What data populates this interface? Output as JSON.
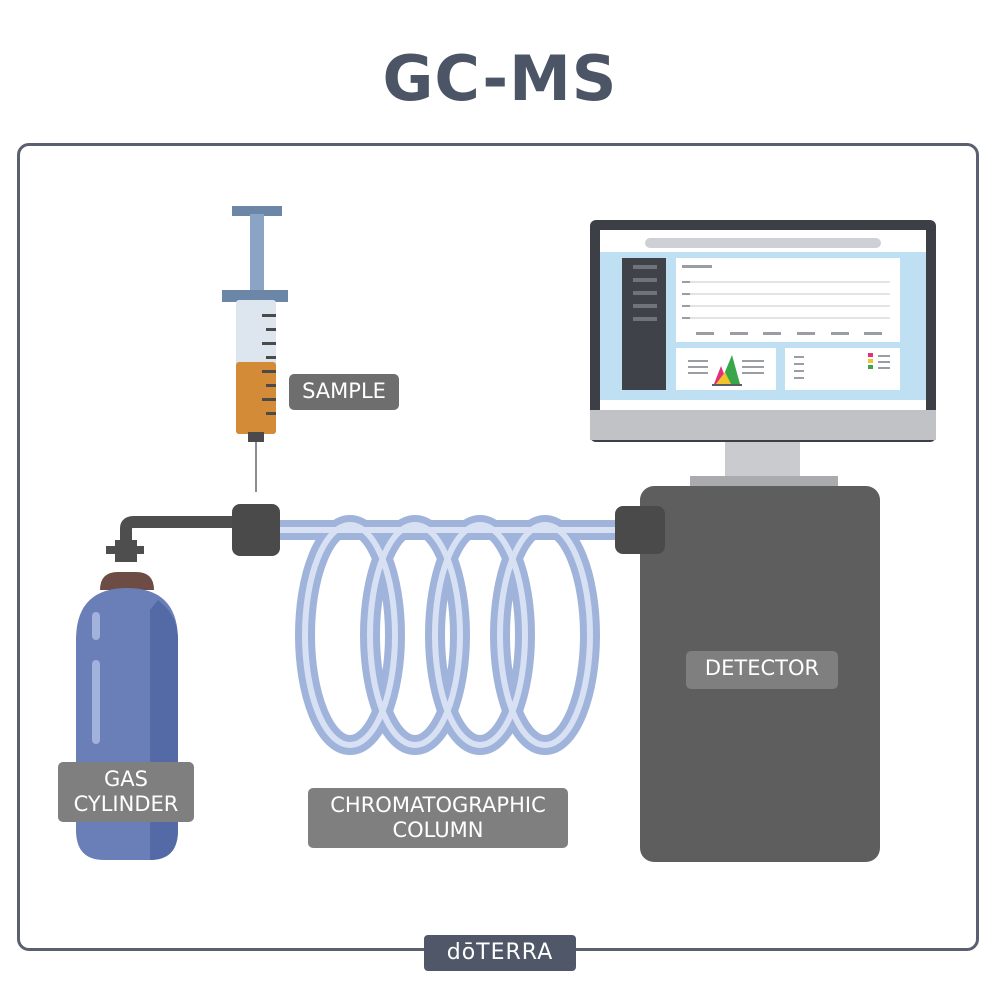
{
  "title": "GC-MS",
  "labels": {
    "sample": "SAMPLE",
    "detector": "DETECTOR",
    "gas_cylinder": [
      "GAS",
      "CYLINDER"
    ],
    "chromatographic_column": [
      "CHROMATOGRAPHIC",
      "COLUMN"
    ]
  },
  "brand": "dōTERRA",
  "colors": {
    "title": "#4c5566",
    "frame": "#5a6070",
    "label_bg": "#7f7f7f",
    "cylinder": "#6a7fb8",
    "column_tube": "#9fb3db",
    "detector": "#5e5e5e",
    "syringe_sample": "#d38b37",
    "monitor_screen": "#bfe0f2",
    "brand_bg": "#505768"
  },
  "icons": [
    "syringe-icon",
    "gas-cylinder-icon",
    "coil-column-icon",
    "detector-box-icon",
    "monitor-icon"
  ]
}
